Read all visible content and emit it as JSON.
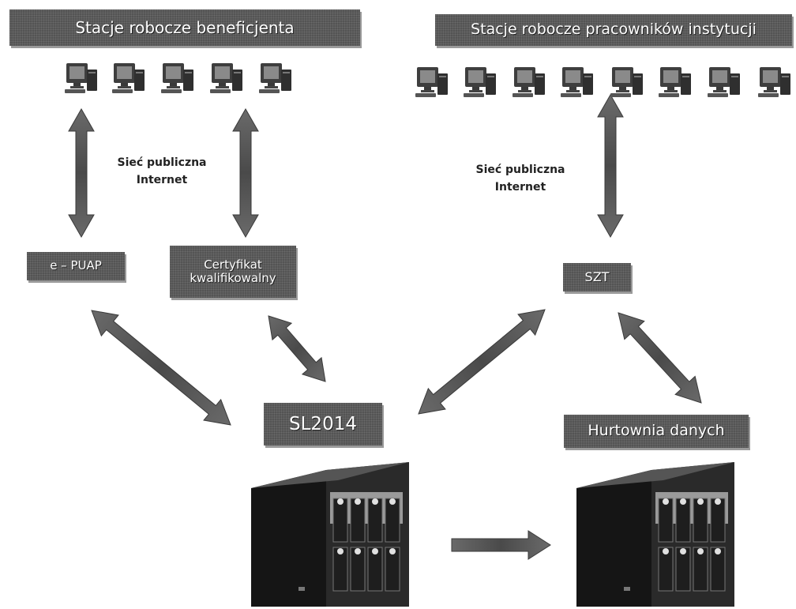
{
  "boxes": {
    "beneficiary_workstations": "Stacje robocze beneficjenta",
    "institution_workstations": "Stacje robocze pracowników instytucji",
    "epuap": "e – PUAP",
    "certificate_line1": "Certyfikat",
    "certificate_line2": "kwalifikowalny",
    "szt": "SZT",
    "sl2014": "SL2014",
    "warehouse": "Hurtownia danych"
  },
  "network_left": {
    "line1": "Sieć publiczna",
    "line2": "Internet"
  },
  "network_right": {
    "line1": "Sieć publiczna",
    "line2": "Internet"
  },
  "icons": {
    "workstation": "desktop-computer-icon",
    "server": "nas-server-icon",
    "arrow": "double-headed-arrow"
  },
  "colors": {
    "box_fill": "#545454",
    "box_text": "#ffffff",
    "arrow": "#555555"
  }
}
